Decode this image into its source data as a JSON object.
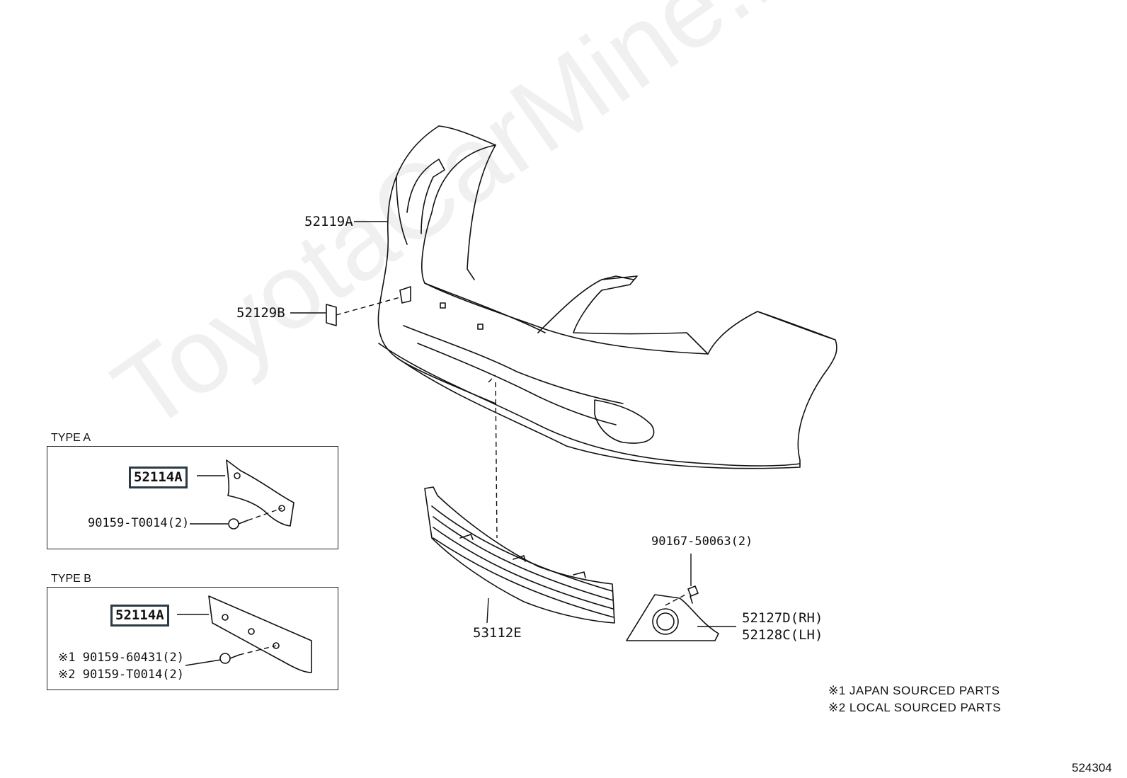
{
  "watermark": "ToyotaCarMine.ru",
  "labels": {
    "bumper_cover": "52119A",
    "cap": "52129B",
    "grille": "53112E",
    "fog_screw": "90167-50063(2)",
    "fog_cover_rh": "52127D(RH)",
    "fog_cover_lh": "52128C(LH)"
  },
  "type_a": {
    "title": "TYPE A",
    "bracket": "52114A",
    "screw": "90159-T0014(2)"
  },
  "type_b": {
    "title": "TYPE B",
    "bracket": "52114A",
    "screw_japan": "※1 90159-60431(2)",
    "screw_local": "※2 90159-T0014(2)"
  },
  "notes": [
    "※1 JAPAN SOURCED PARTS",
    "※2 LOCAL SOURCED PARTS"
  ],
  "diagram_id": "524304"
}
